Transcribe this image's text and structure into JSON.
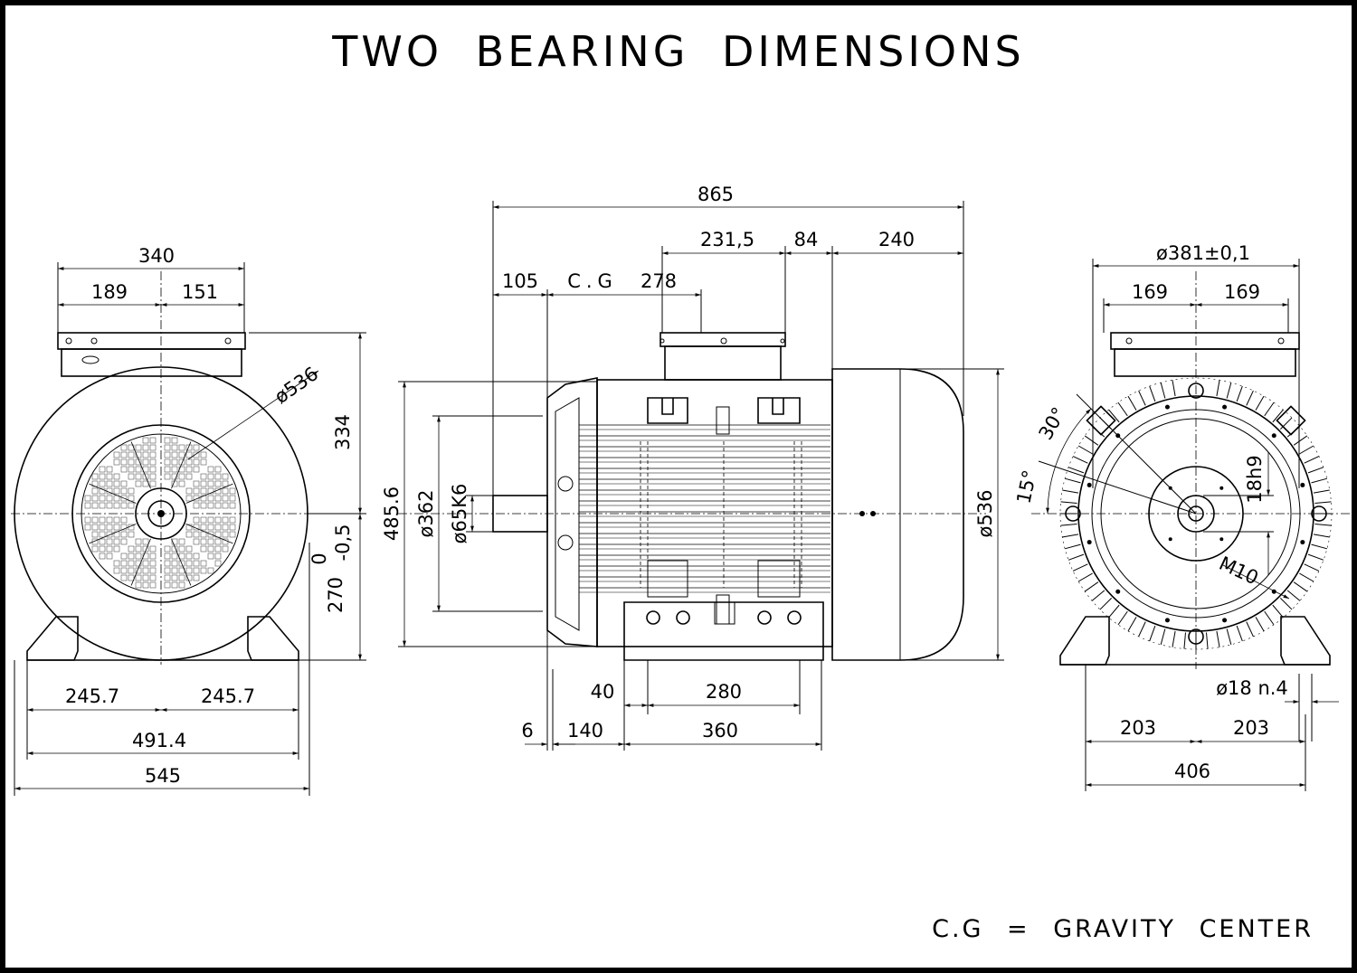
{
  "title": "TWO BEARING DIMENSIONS",
  "legend": "C.G = GRAVITY CENTER",
  "left_view": {
    "width_340": "340",
    "d189": "189",
    "d151": "151",
    "dia536": "ø536",
    "h334": "334",
    "tol": "0\n-0,5",
    "tol_0": "0",
    "tol_m05": "-0,5",
    "h270": "270",
    "d245a": "245.7",
    "d245b": "245.7",
    "d4914": "491.4",
    "d545": "545"
  },
  "side_view": {
    "d865": "865",
    "d2315": "231,5",
    "d84": "84",
    "d240": "240",
    "d105": "105",
    "cg": "C.G",
    "d278": "278",
    "d4856": "485.6",
    "dia362": "ø362",
    "dia65": "ø65K6",
    "dia536": "ø536",
    "d40": "40",
    "d280": "280",
    "d6": "6",
    "d140": "140",
    "d360": "360"
  },
  "right_view": {
    "dia381": "ø381±0,1",
    "d169a": "169",
    "d169b": "169",
    "a30": "30°",
    "a15": "15°",
    "h18": "18h9",
    "m10": "M10",
    "dia18": "ø18 n.4",
    "d203a": "203",
    "d203b": "203",
    "d406": "406"
  }
}
